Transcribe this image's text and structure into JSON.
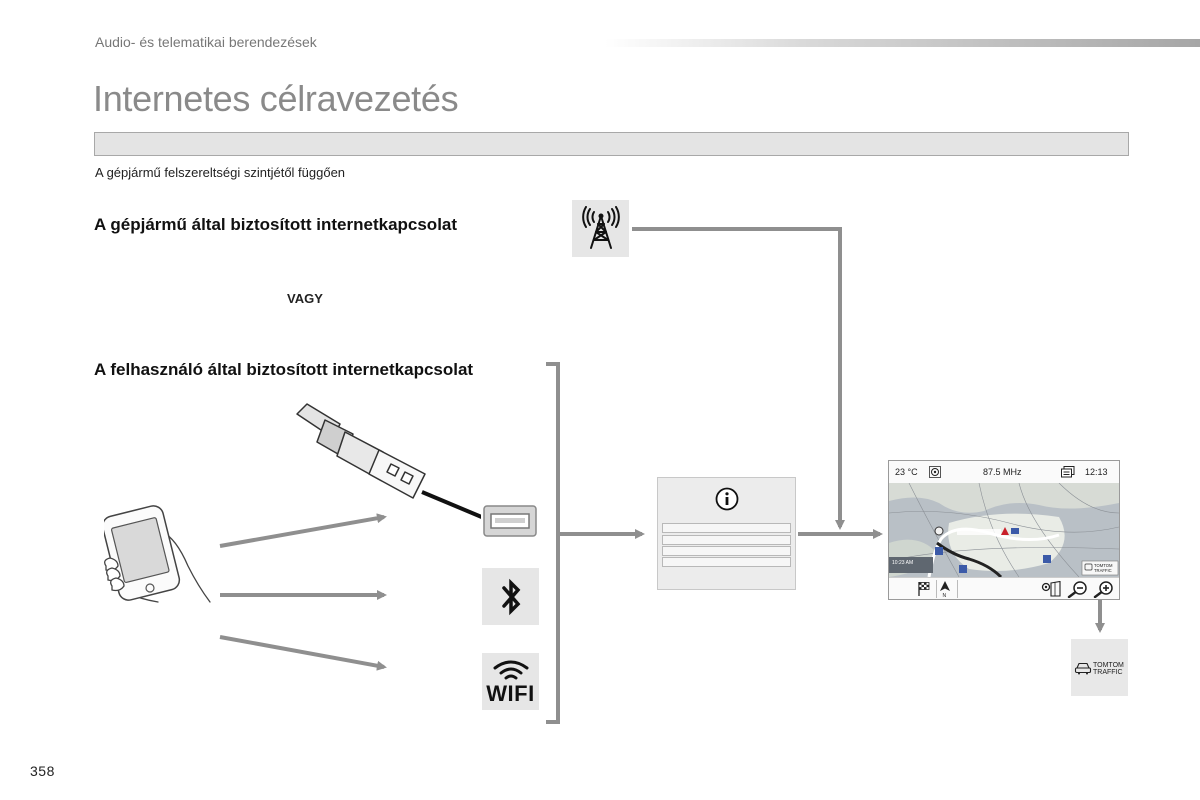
{
  "header": {
    "section": "Audio- és telematikai berendezések",
    "title": "Internetes célravezetés",
    "availability_note": "A gépjármű felszereltségi szintjétől függően"
  },
  "diagram": {
    "vehicle_connection_heading": "A gépjármű által biztosított internetkapcsolat",
    "or_label": "VAGY",
    "user_connection_heading": "A felhasználó által biztosított internetkapcsolat",
    "wifi_label": "WIFI",
    "icons": [
      "antenna-icon",
      "smartphone-icon",
      "usb-plug-icon",
      "usb-port-icon",
      "bluetooth-icon",
      "wifi-icon",
      "info-icon",
      "tomtom-traffic-icon"
    ],
    "colors": {
      "arrow": "#8f8f8f",
      "tile": "#e6e6e6",
      "title": "#8a8a8a"
    }
  },
  "nav_screen": {
    "temperature": "23 °C",
    "frequency": "87.5 MHz",
    "time": "12:13",
    "traffic_badge_line1": "TOMTOM",
    "traffic_badge_line2": "TRAFFIC",
    "map_time_label": "10:23 AM",
    "compass_label": "N"
  },
  "tomtom": {
    "line1": "TOMTOM",
    "line2": "TRAFFIC"
  },
  "footer": {
    "page_number": "358"
  }
}
